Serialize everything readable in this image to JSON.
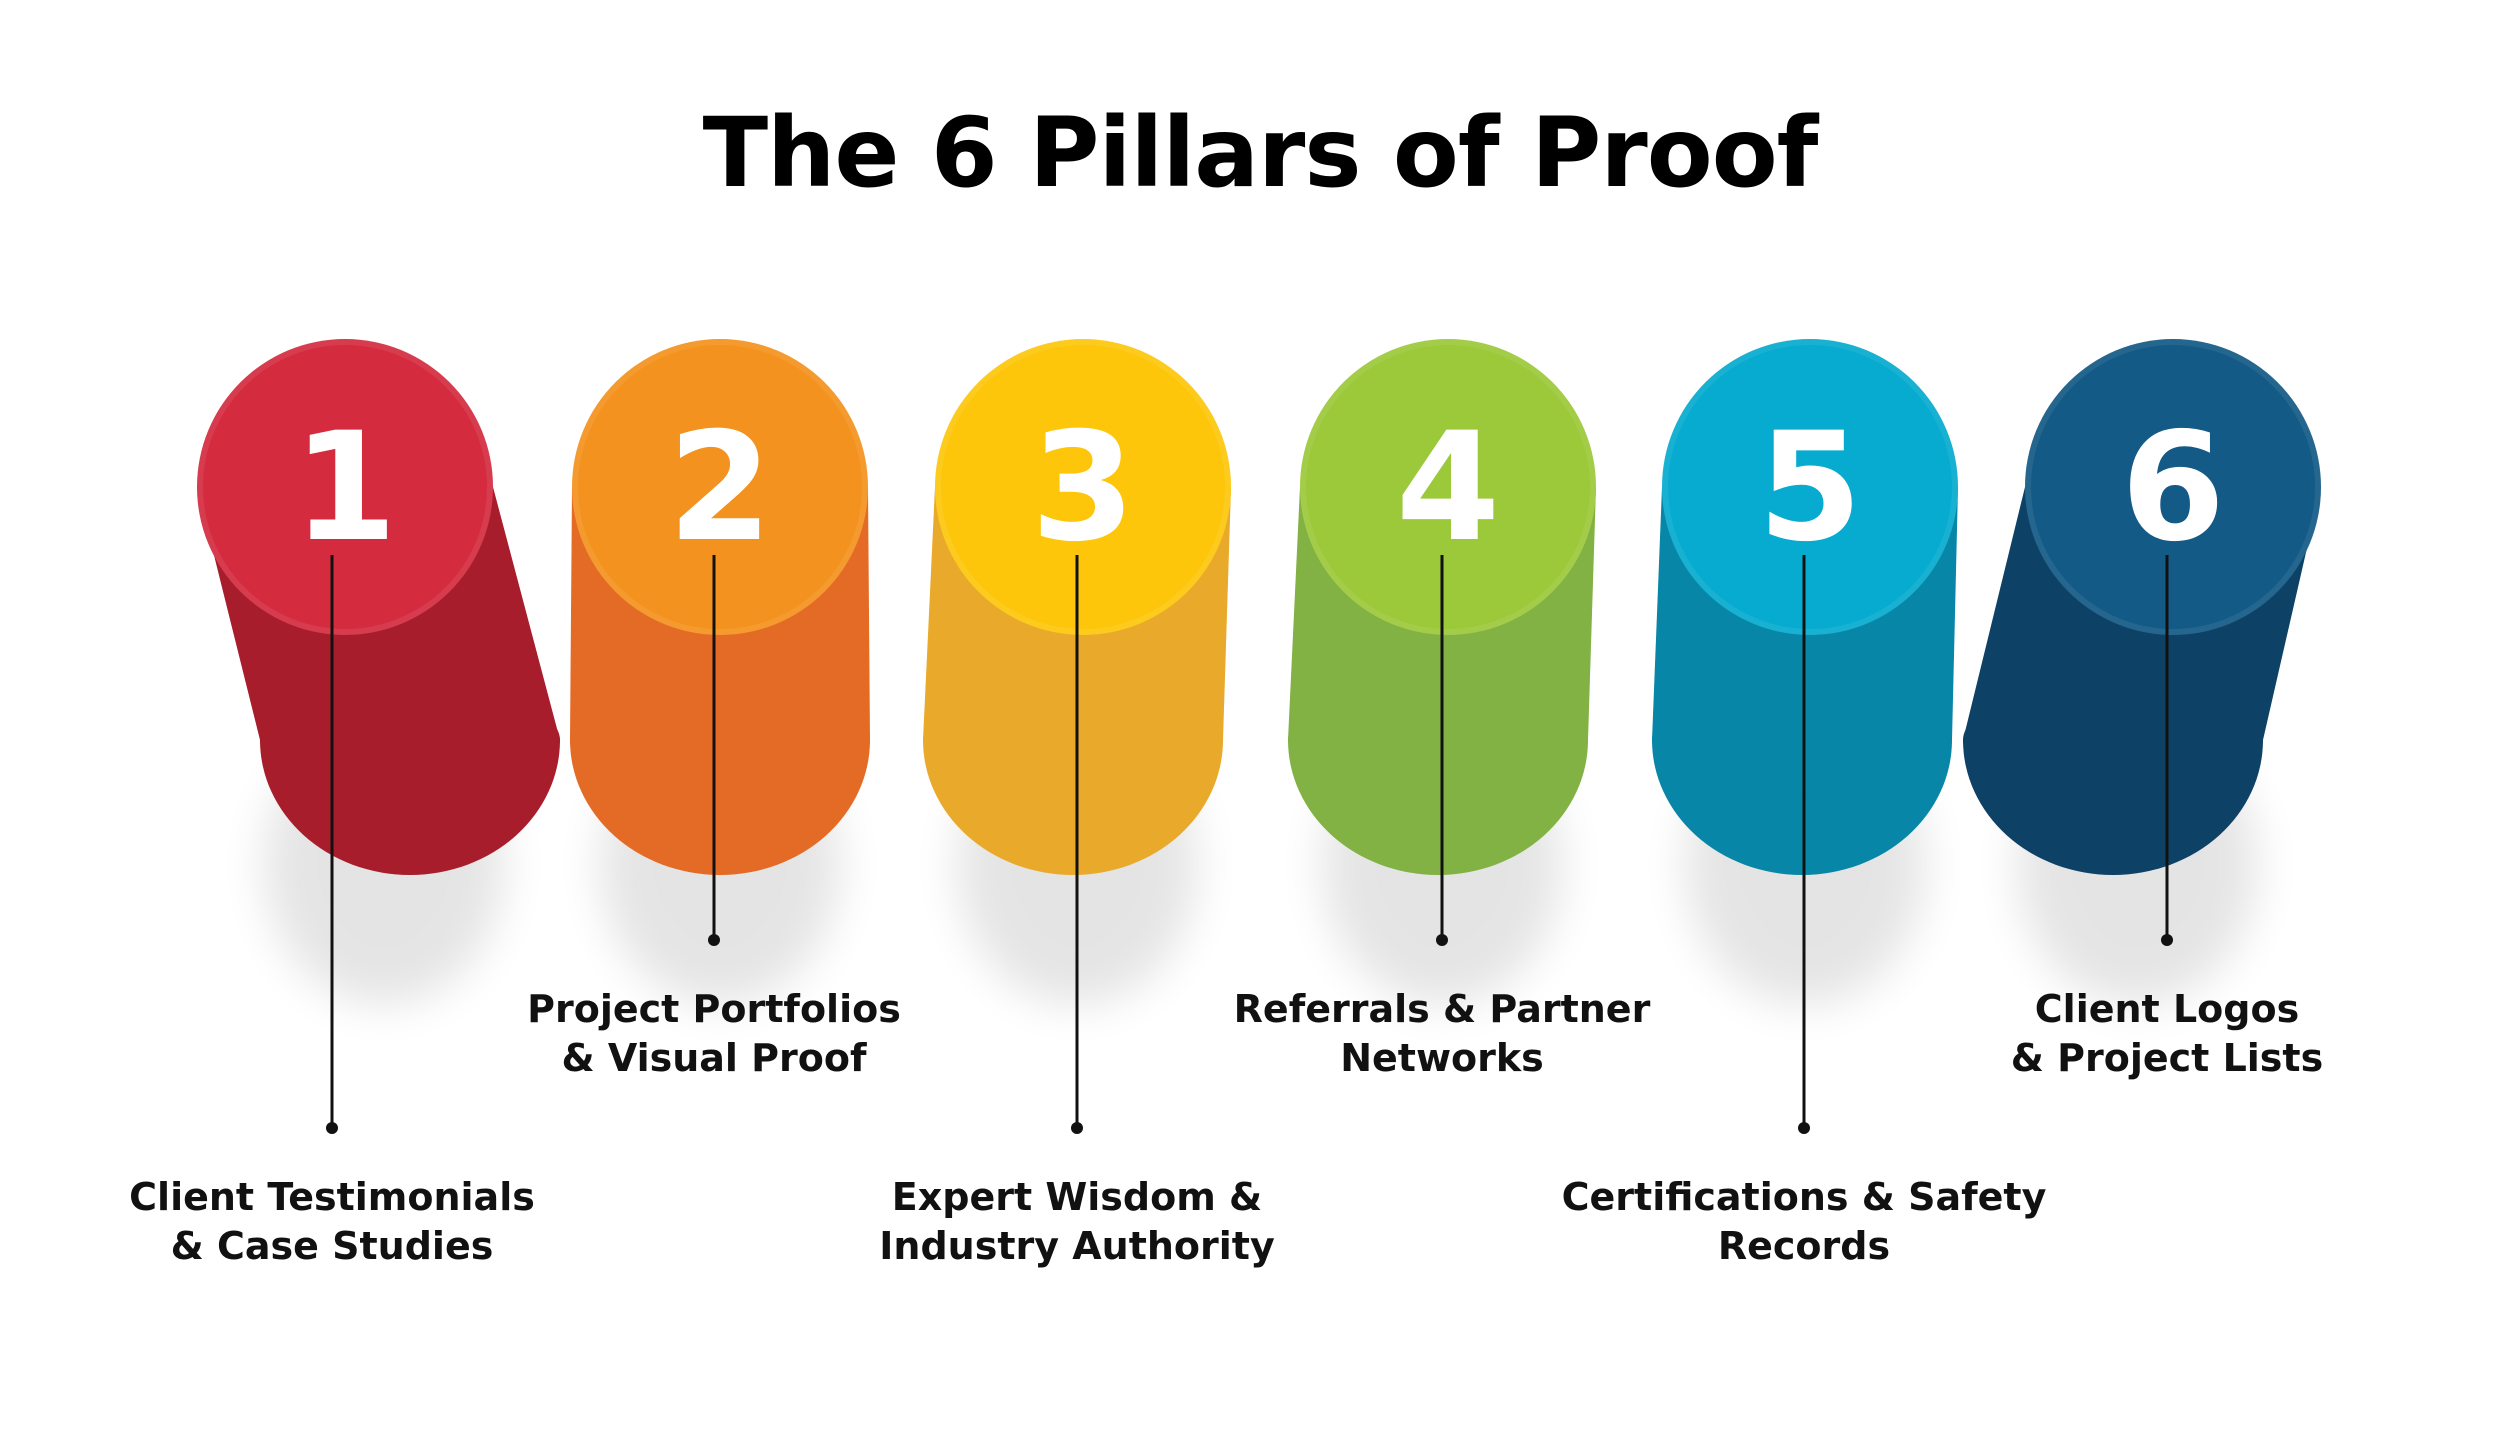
{
  "title": "The 6 Pillars of Proof",
  "pillars": [
    {
      "number": "1",
      "label_line1": "Client Testimonials",
      "label_line2": "& Case Studies",
      "color": "#D42B3F",
      "shade": "#A81D2C",
      "position": "low"
    },
    {
      "number": "2",
      "label_line1": "Project Portfolios",
      "label_line2": "& Visual Proof",
      "color": "#F3921E",
      "shade": "#E46B26",
      "position": "high"
    },
    {
      "number": "3",
      "label_line1": "Expert Wisdom &",
      "label_line2": "Industry Authority",
      "color": "#FDC60B",
      "shade": "#E9A92A",
      "position": "low"
    },
    {
      "number": "4",
      "label_line1": "Referrals & Partner",
      "label_line2": "Networks",
      "color": "#9CC93A",
      "shade": "#82B144",
      "position": "high"
    },
    {
      "number": "5",
      "label_line1": "Certifications & Safety",
      "label_line2": "Records",
      "color": "#06ABCF",
      "shade": "#0786A7",
      "position": "low"
    },
    {
      "number": "6",
      "label_line1": "Client Logos",
      "label_line2": "& Project Lists",
      "color": "#135A86",
      "shade": "#0E4166",
      "position": "high"
    }
  ]
}
